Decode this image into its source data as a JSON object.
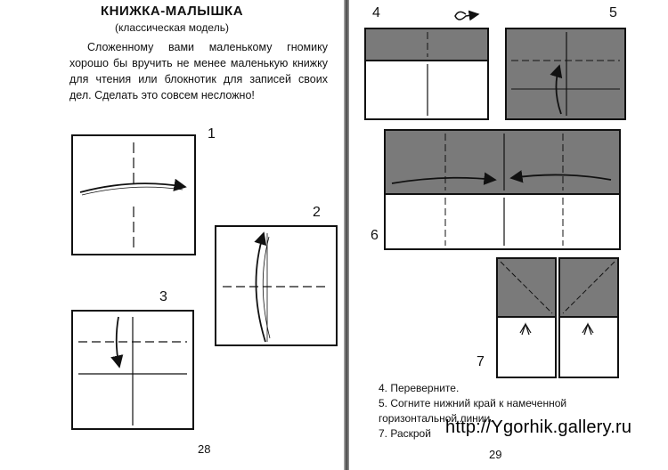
{
  "left_page": {
    "title": "КНИЖКА-МАЛЫШКА",
    "subtitle": "(классическая модель)",
    "intro": "Сложенному вами маленькому гномику хорошо бы вручить не менее маленькую книжку для чтения или блокнотик для записей своих дел. Сделать это совсем несложно!",
    "step_numbers": [
      "1",
      "2",
      "3"
    ],
    "page_number": "28"
  },
  "right_page": {
    "step_numbers": [
      "4",
      "5",
      "6",
      "7"
    ],
    "instructions": [
      "4. Переверните.",
      "5. Согните нижний край к намеченной горизонтальной линии.",
      "7. Раскрой"
    ],
    "page_number": "29"
  },
  "watermark": "http://Ygorhik.gallery.ru",
  "colors": {
    "shade": "#7a7a7a",
    "line": "#111111",
    "paper": "#ffffff"
  }
}
